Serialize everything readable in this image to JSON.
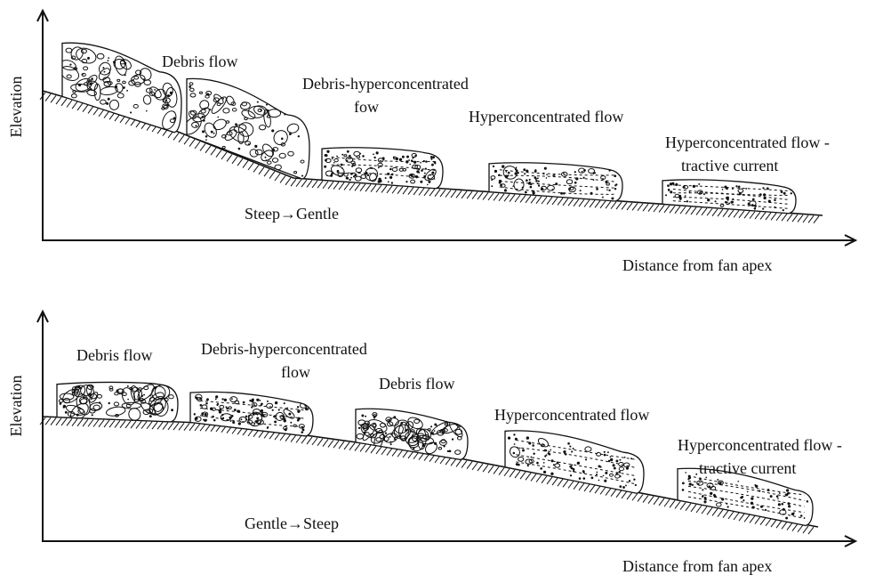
{
  "panels": [
    {
      "y_axis_label": "Elevation",
      "x_axis_label": "Distance from fan apex",
      "slope_label": "Steep→Gentle",
      "deposits": [
        {
          "type": "debris",
          "label_lines": [
            "Debris flow"
          ]
        },
        {
          "type": "debris",
          "label_lines": []
        },
        {
          "type": "transitional",
          "label_lines": [
            "Debris-hyperconcentrated",
            "fow"
          ]
        },
        {
          "type": "hyper",
          "label_lines": [
            "Hyperconcentrated flow"
          ]
        },
        {
          "type": "tractive",
          "label_lines": [
            "Hyperconcentrated flow -",
            "tractive current"
          ]
        }
      ]
    },
    {
      "y_axis_label": "Elevation",
      "x_axis_label": "Distance from fan apex",
      "slope_label": "Gentle→Steep",
      "deposits": [
        {
          "type": "debris",
          "label_lines": [
            "Debris flow"
          ]
        },
        {
          "type": "transitional",
          "label_lines": [
            "Debris-hyperconcentrated",
            "flow"
          ]
        },
        {
          "type": "debris",
          "label_lines": [
            "Debris flow"
          ]
        },
        {
          "type": "hyper",
          "label_lines": [
            "Hyperconcentrated flow"
          ]
        },
        {
          "type": "tractive",
          "label_lines": [
            "Hyperconcentrated flow -",
            "tractive current"
          ]
        }
      ]
    }
  ]
}
